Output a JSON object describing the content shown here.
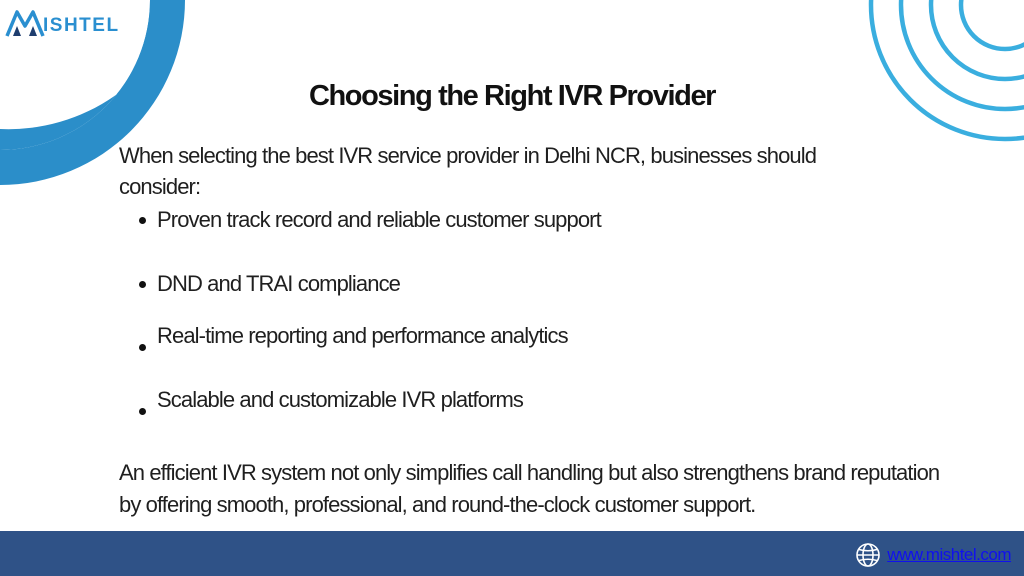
{
  "brand": {
    "logo_text": "ISHTEL",
    "accent_color": "#2a8fd0"
  },
  "slide": {
    "title": "Choosing the Right IVR Provider",
    "intro": "When selecting the best IVR service provider in Delhi NCR, businesses should consider:",
    "bullets": [
      "Proven track record and reliable customer support",
      "DND and TRAI compliance",
      "Real-time reporting and performance analytics",
      "Scalable and customizable IVR platforms"
    ],
    "conclusion": "An efficient IVR system not only simplifies call handling but also strengthens brand reputation by offering smooth, professional, and round-the-clock customer support."
  },
  "footer": {
    "website": "www.mishtel.com",
    "background_color": "#2f5287"
  },
  "icons": {
    "logo": "mishtel-logo-icon",
    "globe": "globe-icon"
  }
}
